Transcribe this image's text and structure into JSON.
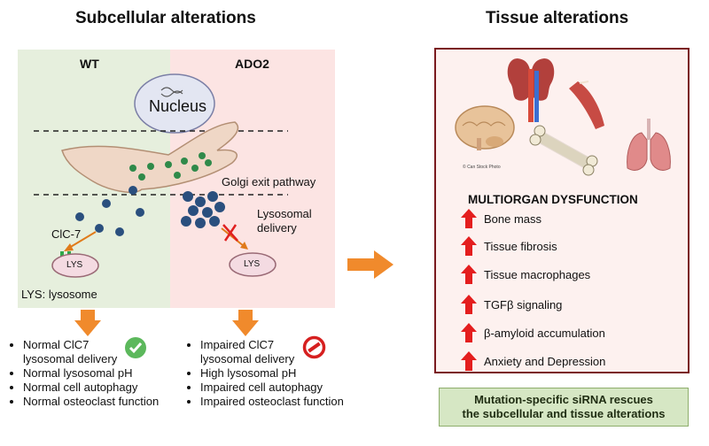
{
  "subcellular": {
    "title": "Subcellular alterations",
    "wt_label": "WT",
    "ado2_label": "ADO2",
    "nucleus_label": "Nucleus",
    "golgi_label": "Golgi exit pathway",
    "lysosomal_label": "Lysosomal\ndelivery",
    "clc7_label": "ClC-7",
    "lys_label": "LYS",
    "legend": "LYS: lysosome"
  },
  "wt_outcomes": {
    "items": [
      "Normal ClC7\nlysosomal delivery",
      "Normal lysosomal pH",
      "Normal cell autophagy",
      "Normal osteoclast function"
    ],
    "check_icon": "check-icon"
  },
  "ado2_outcomes": {
    "items": [
      "Impaired ClC7\nlysosomal delivery",
      "High lysosomal pH",
      "Impaired cell autophagy",
      "Impaired osteoclast function"
    ],
    "no_icon": "no-entry-icon"
  },
  "tissue": {
    "title": "Tissue alterations",
    "watermark": "© Can Stock Photo",
    "organs": [
      "kidney-icon",
      "brain-icon",
      "muscle-icon",
      "bone-icon",
      "lungs-icon"
    ],
    "dysfunction_title": "MULTIORGAN DYSFUNCTION",
    "items": [
      "Bone mass",
      "Tissue fibrosis",
      "Tissue macrophages",
      "TGFβ signaling",
      "β-amyloid accumulation",
      "Anxiety and Depression"
    ],
    "rescue": "Mutation-specific siRNA rescues\nthe subcellular and tissue alterations"
  },
  "colors": {
    "wt_bg": "#e6efdd",
    "ado2_bg": "#fce4e3",
    "tissue_border": "#7a1a1e",
    "tissue_bg": "#fdf1ef",
    "rescue_bg": "#d6e7c4",
    "arrow_orange": "#f08a2c",
    "up_arrow_red": "#e41e1e",
    "vesicle_green": "#2f8a4a",
    "vesicle_blue": "#2a4f7e"
  }
}
